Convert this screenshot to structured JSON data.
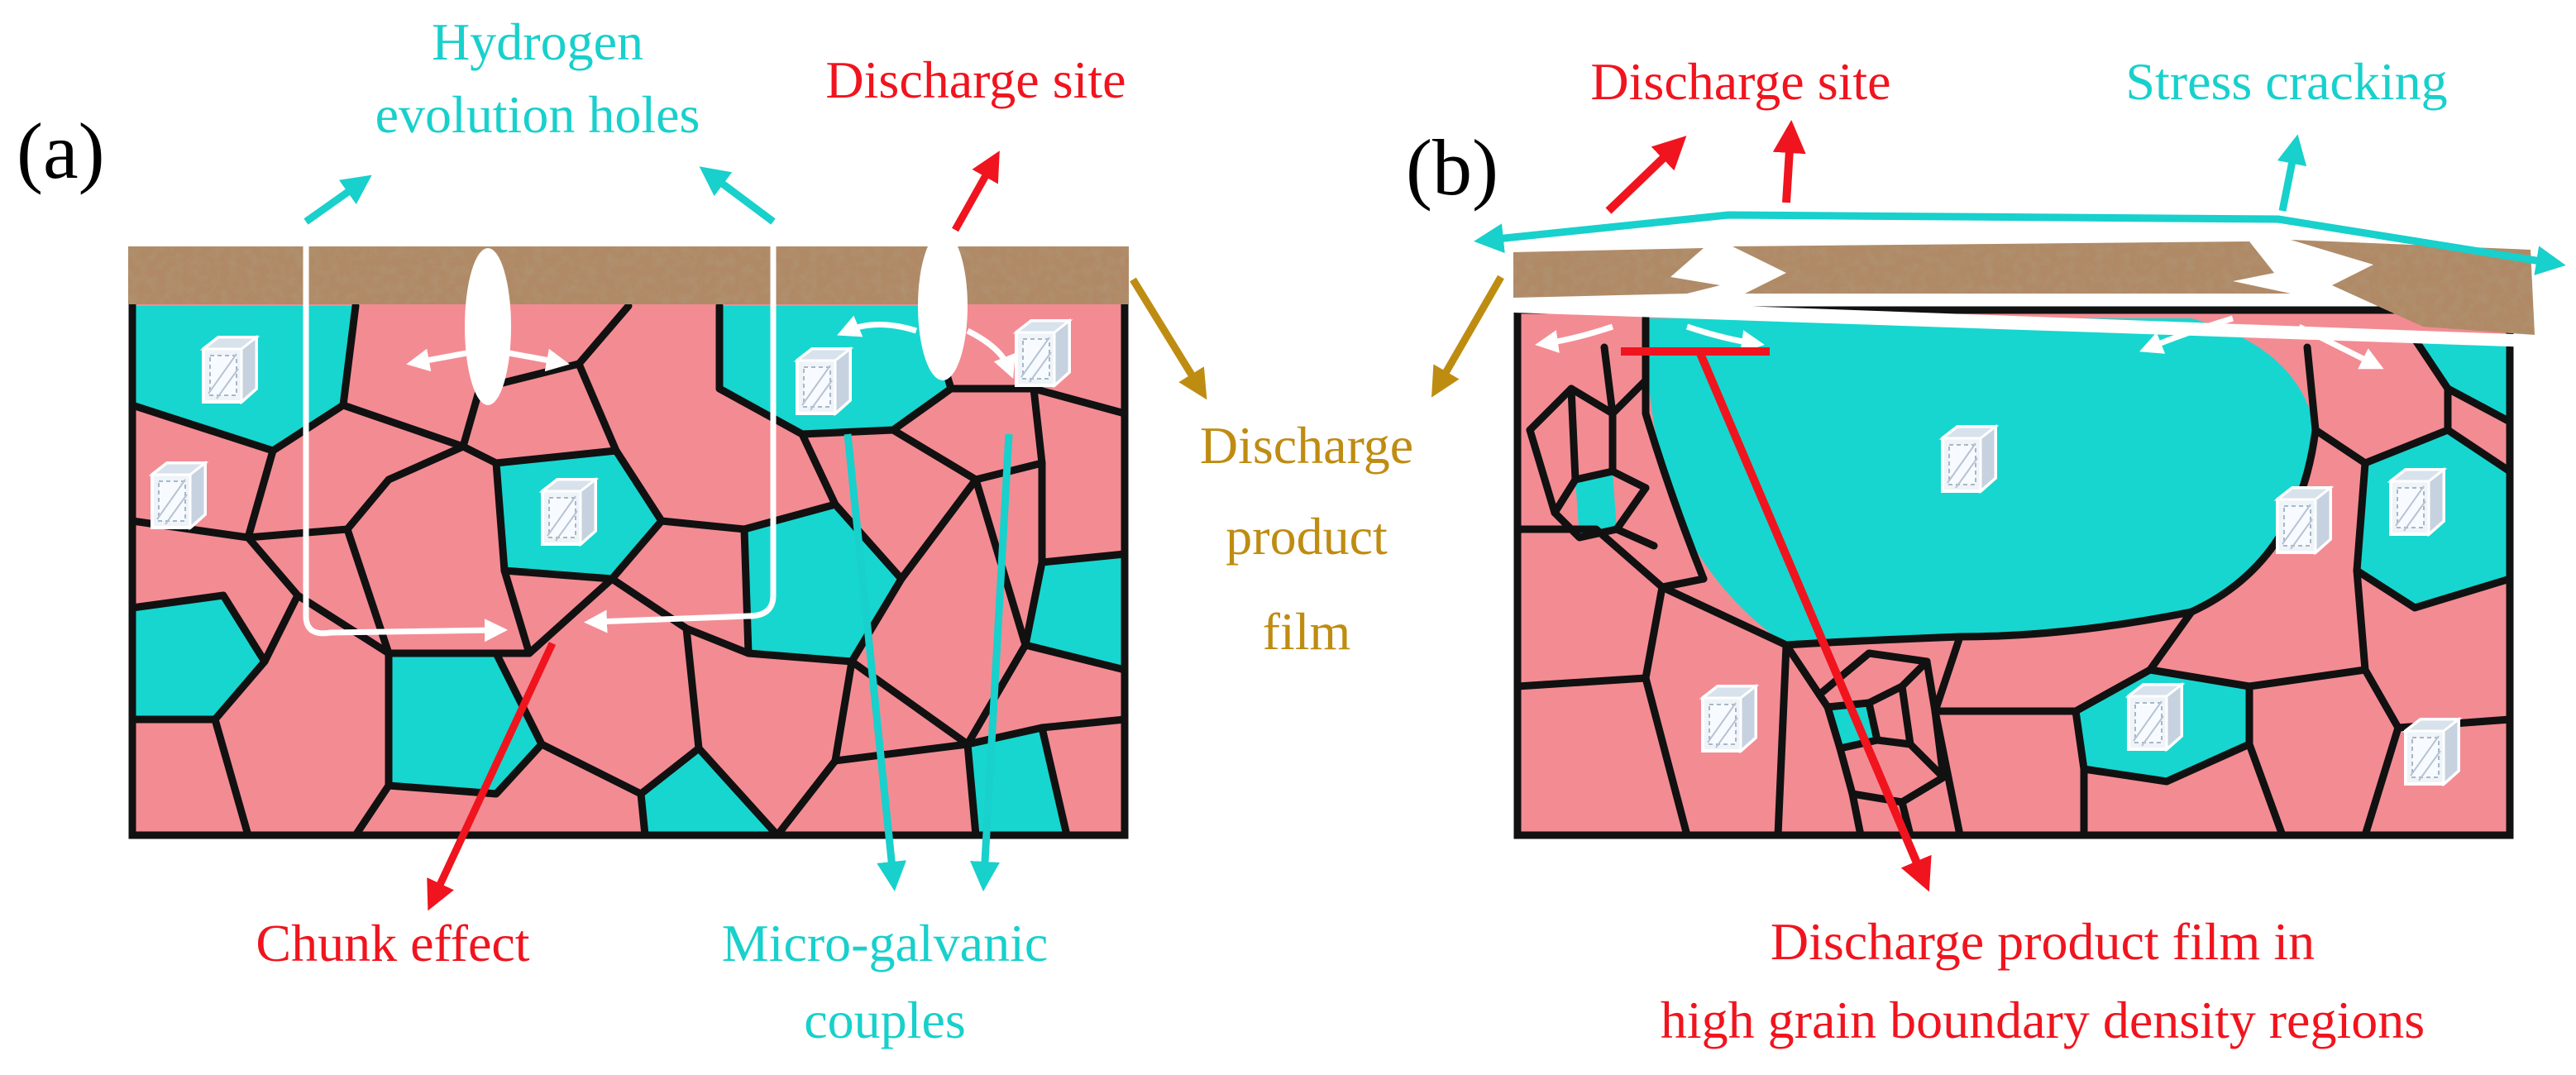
{
  "panel_a": {
    "label": "(a)",
    "hydrogen_line1": "Hydrogen",
    "hydrogen_line2": "evolution holes",
    "discharge_site": "Discharge site",
    "film_line1": "Discharge",
    "film_line2": "product",
    "film_line3": "film",
    "chunk_effect": "Chunk effect",
    "micro_line1": "Micro-galvanic",
    "micro_line2": "couples"
  },
  "panel_b": {
    "label": "(b)",
    "discharge_site": "Discharge site",
    "stress_cracking": "Stress cracking",
    "film_gb_line1": "Discharge product film in",
    "film_gb_line2": "high grain boundary density regions"
  },
  "colors": {
    "red_label": "#f0141e",
    "cyan_label": "#18d0cc",
    "gold_label": "#bf8c12",
    "pink_grain": "#f38b93",
    "cyan_grain": "#17d6cf",
    "film": "#b08a66",
    "boundary": "#111111"
  },
  "icons": [
    "precipitate-crystal-icon"
  ]
}
